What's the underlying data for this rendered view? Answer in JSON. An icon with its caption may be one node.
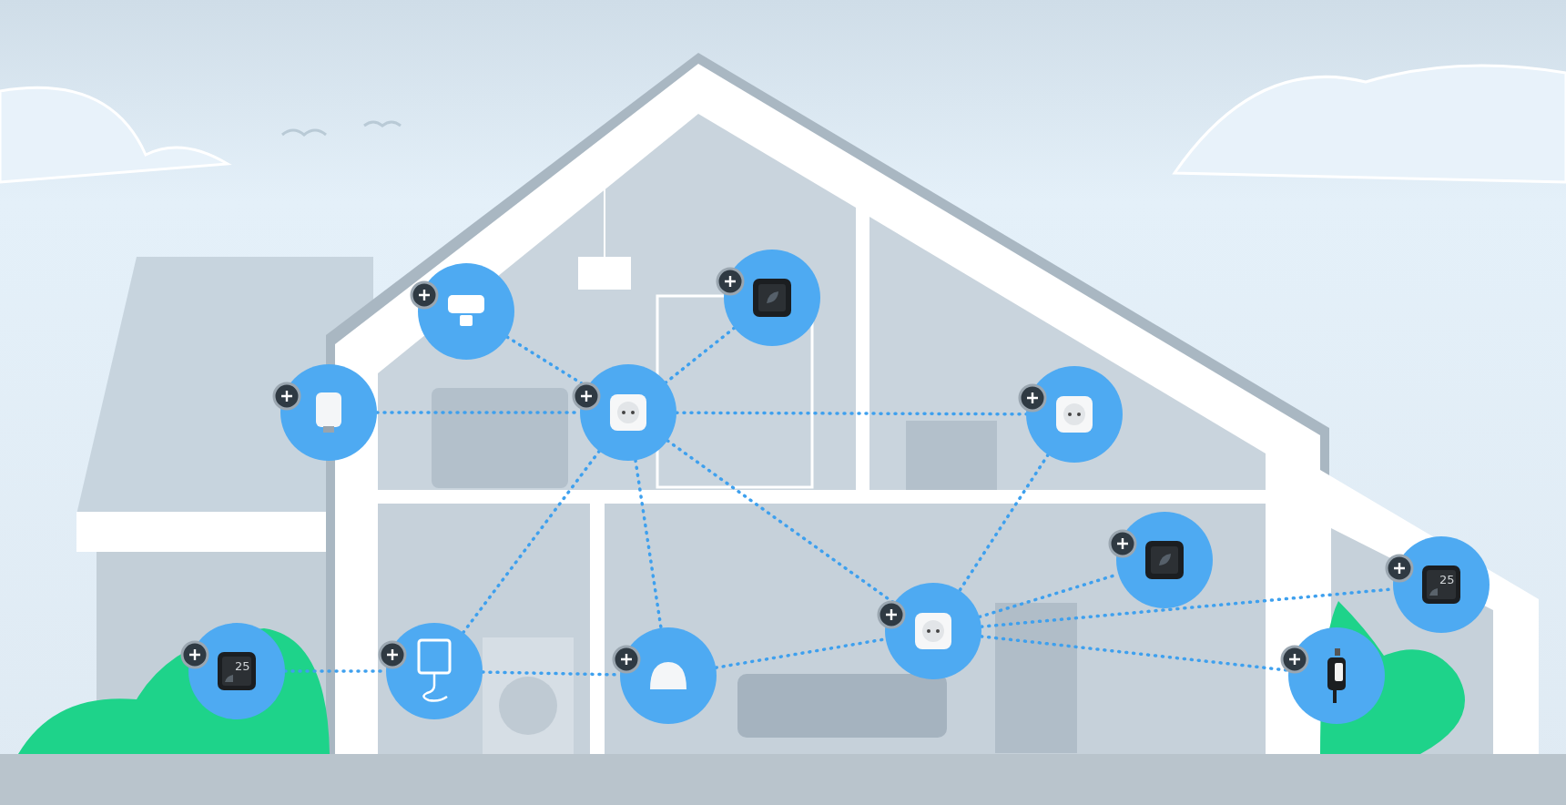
{
  "diagram": {
    "nodes": [
      {
        "text": [],
        "shape": "circle"
      },
      {
        "text": [],
        "shape": "circle"
      },
      {
        "text": [],
        "shape": "circle"
      },
      {
        "text": [],
        "shape": "circle"
      },
      {
        "text": [],
        "shape": "circle"
      },
      {
        "text": [],
        "shape": "circle"
      },
      {
        "text": [
          "25"
        ]
      },
      {
        "text": [
          "25"
        ]
      },
      {
        "text": [],
        "shape": "circle"
      },
      {
        "text": [],
        "shape": "circle"
      },
      {
        "text": [],
        "shape": "circle"
      },
      {
        "text": [],
        "shape": "circle"
      }
    ],
    "edges": [
      {
        "from": 0,
        "to": 3,
        "arrow": "none",
        "style": "dashed"
      },
      {
        "from": 1,
        "to": 3,
        "arrow": "none",
        "style": "dashed"
      },
      {
        "from": 2,
        "to": 3,
        "arrow": "none",
        "style": "dashed"
      },
      {
        "from": 3,
        "to": 4,
        "arrow": "none",
        "style": "dashed"
      },
      {
        "from": 3,
        "to": 8,
        "arrow": "none",
        "style": "dashed"
      },
      {
        "from": 3,
        "to": 9,
        "arrow": "none",
        "style": "dashed"
      },
      {
        "from": 3,
        "to": 10,
        "arrow": "none",
        "style": "dashed"
      },
      {
        "from": 4,
        "to": 10,
        "arrow": "none",
        "style": "dashed"
      },
      {
        "from": 10,
        "to": 5,
        "arrow": "none",
        "style": "dashed"
      },
      {
        "from": 10,
        "to": 6,
        "arrow": "none",
        "style": "dashed"
      },
      {
        "from": 10,
        "to": 11,
        "arrow": "none",
        "style": "dashed"
      },
      {
        "from": 9,
        "to": 10,
        "arrow": "none",
        "style": "dashed"
      },
      {
        "from": 7,
        "to": 8,
        "arrow": "none",
        "style": "dashed"
      },
      {
        "from": 8,
        "to": 9,
        "arrow": "none",
        "style": "dashed"
      }
    ]
  }
}
